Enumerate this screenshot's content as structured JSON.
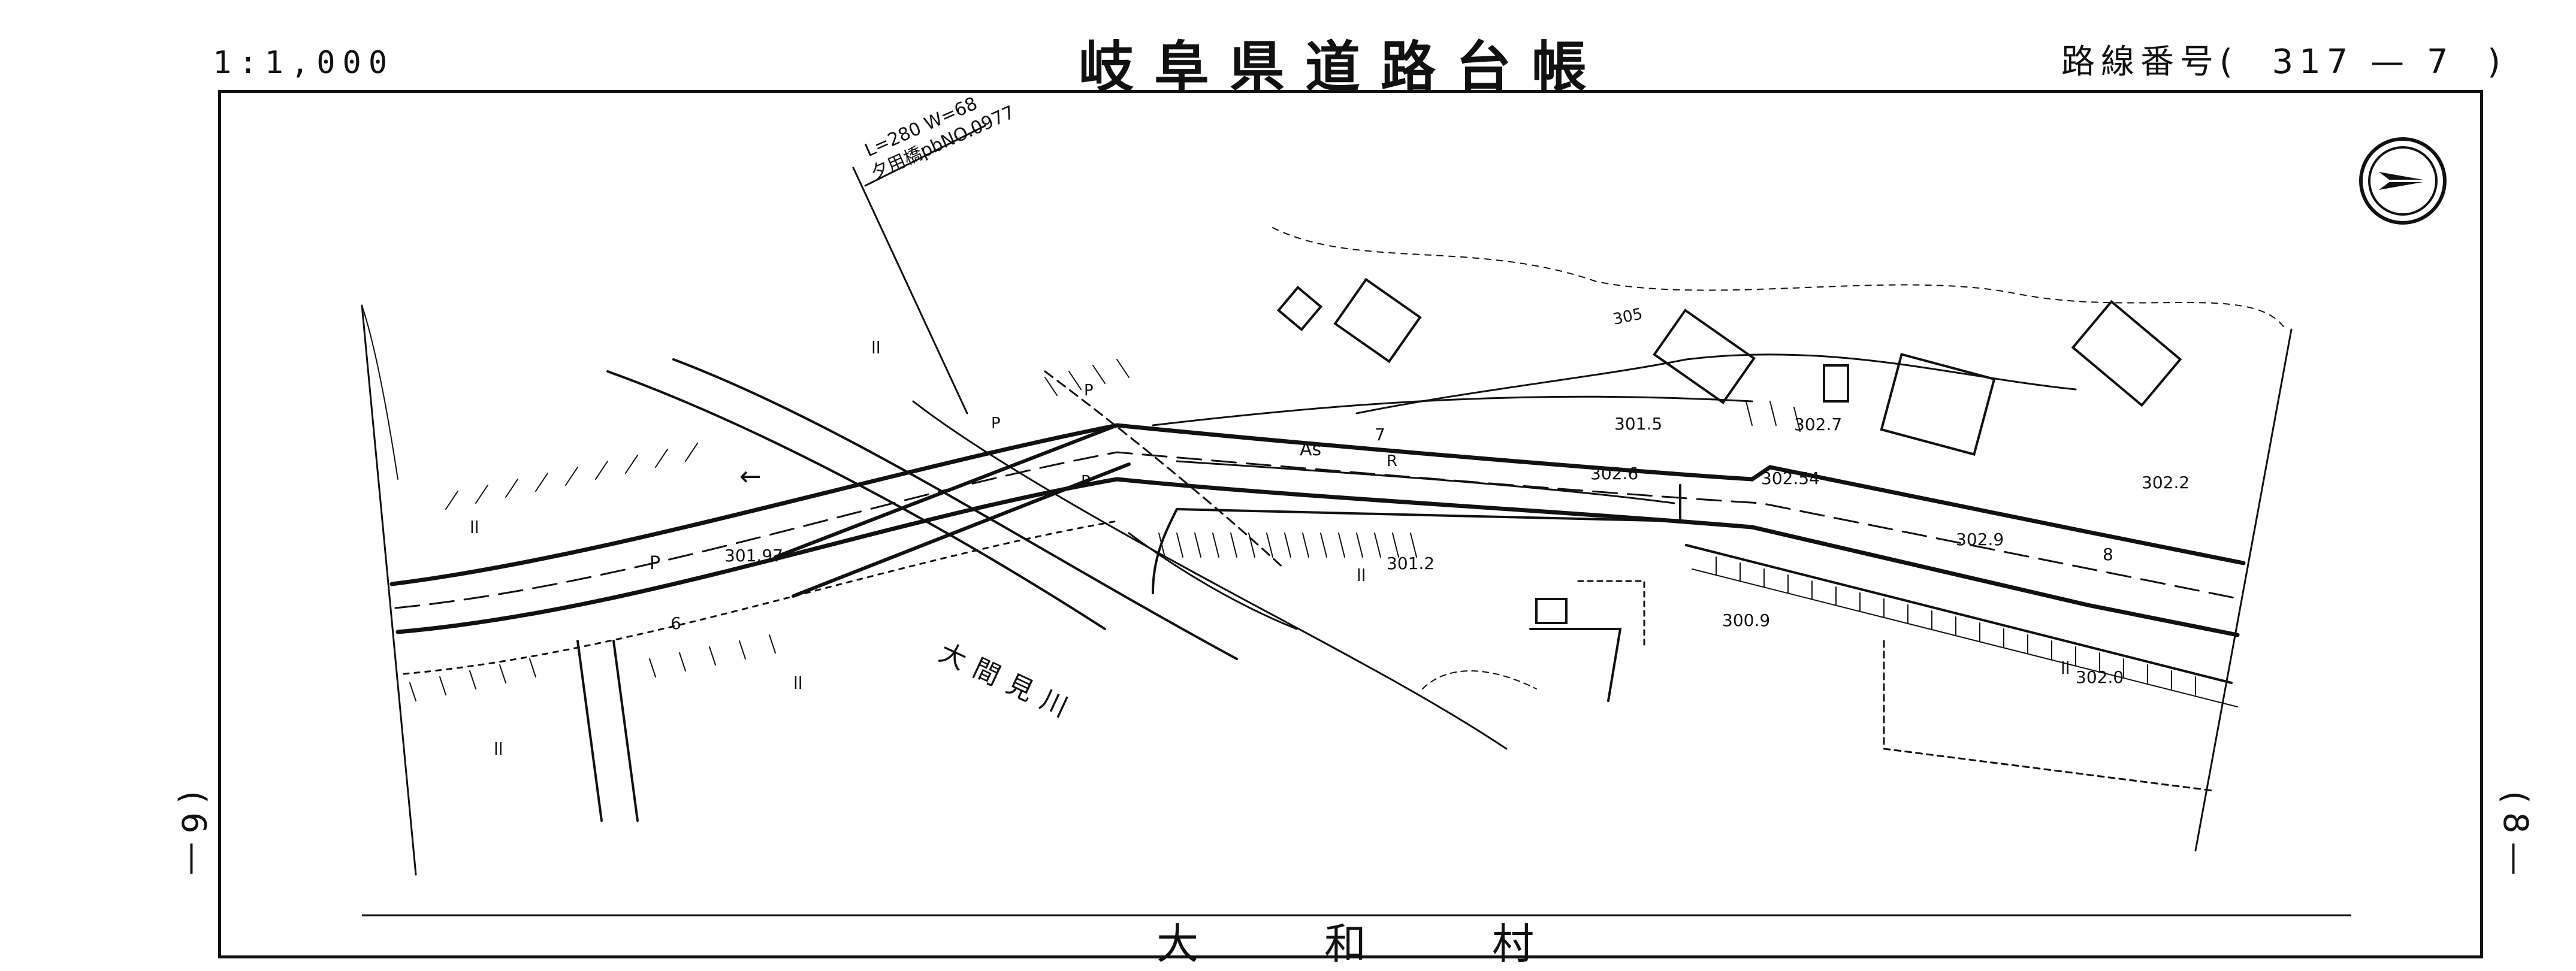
{
  "header": {
    "scale": "1:1,000",
    "title": "岐阜県道路台帳",
    "route_number": "路線番号(  317 — 7  )"
  },
  "page_marks": {
    "left": "(6—",
    "right": "(8—"
  },
  "footer": {
    "village": "大和村"
  },
  "bridge": {
    "dimensions": "L=280 W=68",
    "name": "夕用橋pbNO.0977"
  },
  "river": "大間見川",
  "road": {
    "surface": "As",
    "width_labels": [
      "6",
      "7",
      "8"
    ]
  },
  "elevations": [
    "301.97",
    "301.5",
    "302.7",
    "302.6",
    "302.54",
    "302.2",
    "302.9",
    "301.2",
    "300.9",
    "302.0",
    "305"
  ],
  "symbols": {
    "parking": "P",
    "R": "R",
    "field": "ll",
    "arrow": "←"
  },
  "colors": {
    "ink": "#111111",
    "paper": "#ffffff"
  }
}
